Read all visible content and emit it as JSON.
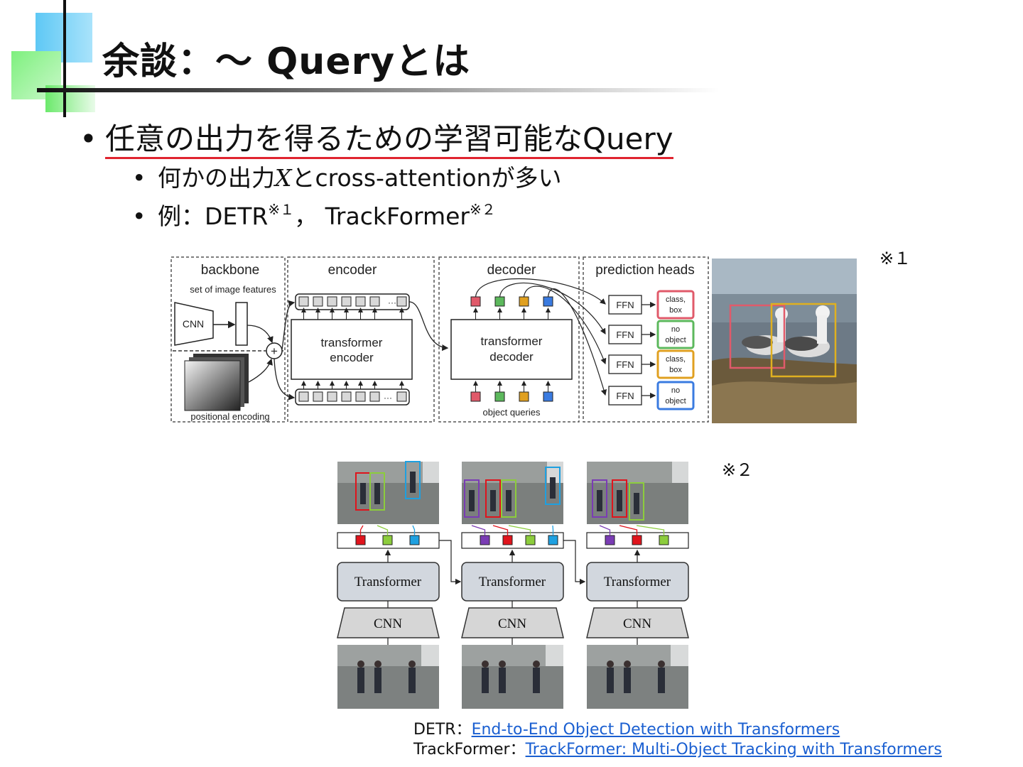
{
  "slide": {
    "title": "余談：～ Queryとは",
    "bullets": {
      "main": "任意の出力を得るための学習可能なQuery",
      "sub1_pre": "何かの出力",
      "sub1_var": "X",
      "sub1_post": "とcross-attentionが多い",
      "sub2_pre": "例：DETR",
      "sub2_sup1": "※１",
      "sub2_mid": "， TrackFormer",
      "sub2_sup2": "※２"
    },
    "note_marks": {
      "fig1": "※１",
      "fig2": "※２"
    }
  },
  "detr_figure": {
    "sections": {
      "backbone": "backbone",
      "encoder": "encoder",
      "decoder": "decoder",
      "heads": "prediction heads"
    },
    "labels": {
      "set_of_features": "set of image features",
      "cnn": "CNN",
      "positional_encoding": "positional encoding",
      "enc_line1": "transformer",
      "enc_line2": "encoder",
      "dec_line1": "transformer",
      "dec_line2": "decoder",
      "object_queries": "object queries",
      "ffn": "FFN",
      "dots": "···",
      "plus": "+"
    },
    "outputs": [
      {
        "line1": "class,",
        "line2": "box",
        "color": "#e05a6a"
      },
      {
        "line1": "no",
        "line2": "object",
        "color": "#5cb85c"
      },
      {
        "line1": "class,",
        "line2": "box",
        "color": "#e0a020"
      },
      {
        "line1": "no",
        "line2": "object",
        "color": "#3a7be0"
      }
    ]
  },
  "trackformer_figure": {
    "transformer": "Transformer",
    "cnn": "CNN"
  },
  "references": {
    "detr_label": "DETR：",
    "detr_link": "End-to-End Object Detection with Transformers",
    "tf_label": "TrackFormer：",
    "tf_link": "TrackFormer: Multi-Object Tracking with Transformers"
  }
}
